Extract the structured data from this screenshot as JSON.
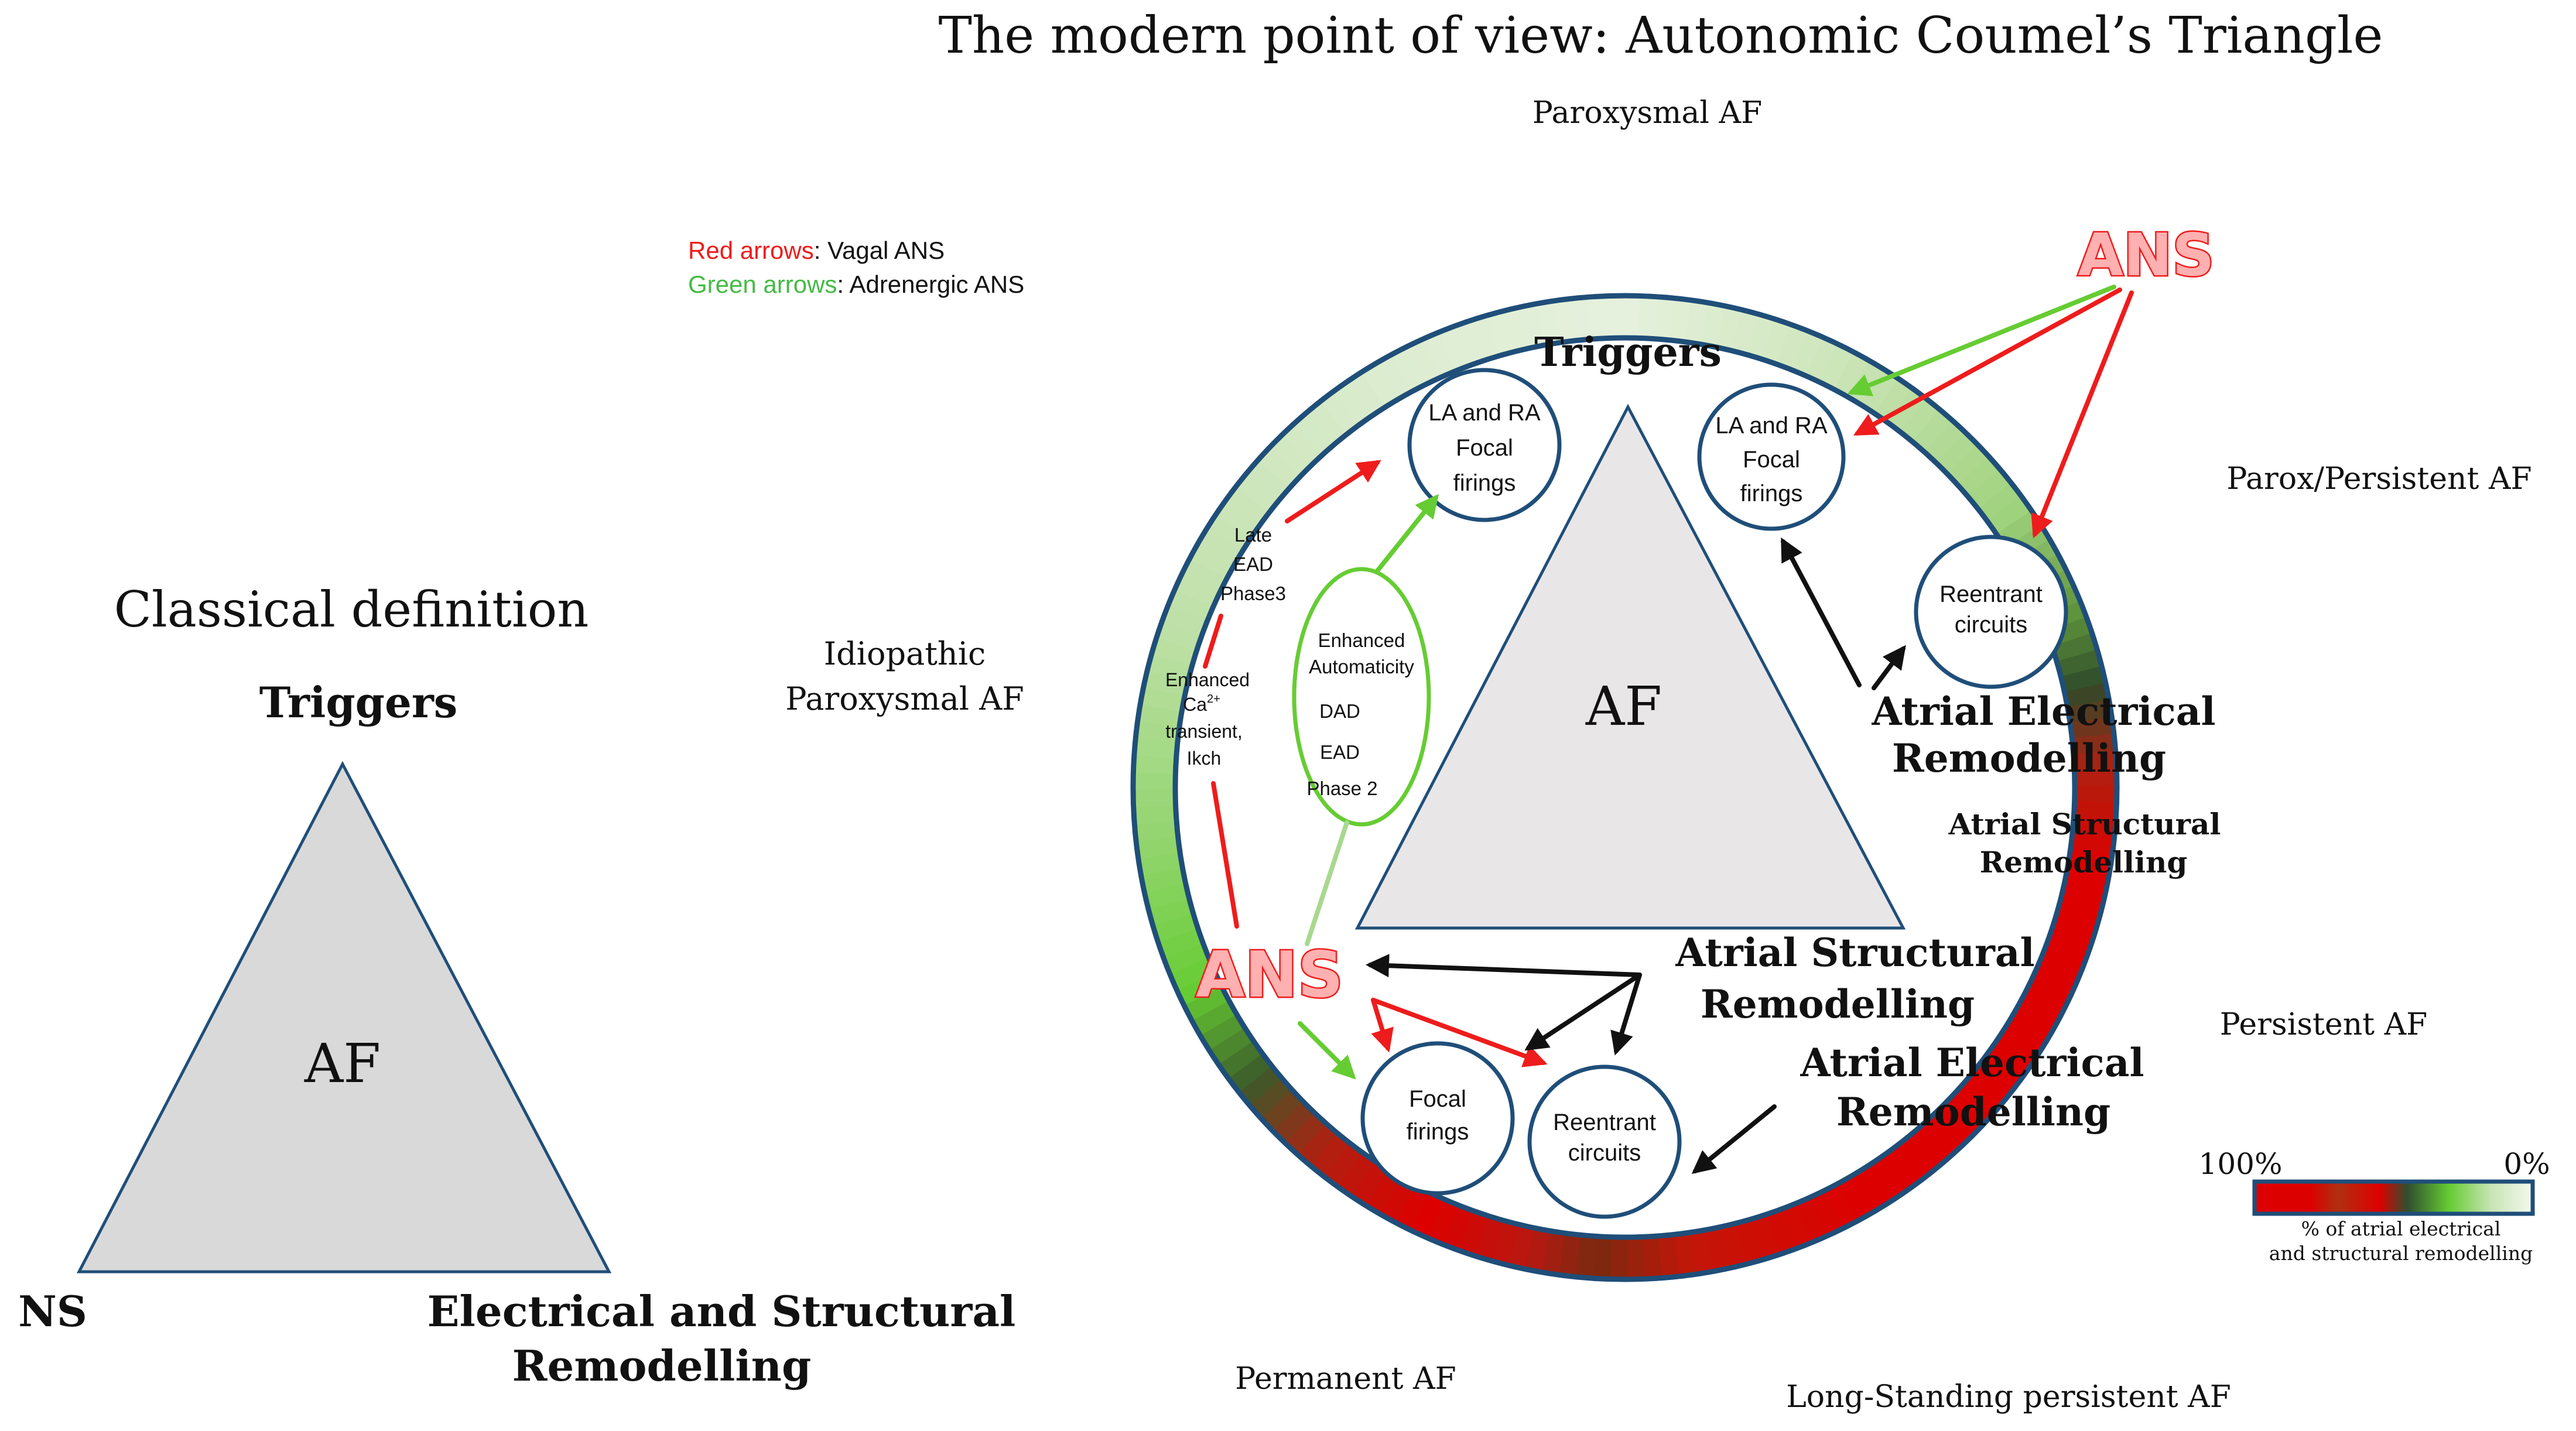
{
  "title": "The modern point of view: Autonomic Coumel’s Triangle",
  "legend": {
    "red_label": "Red arrows",
    "red_text": ": Vagal ANS",
    "green_label": "Green arrows",
    "green_text": ": Adrenergic ANS"
  },
  "classical": {
    "heading": "Classical definition",
    "triggers": "Triggers",
    "af": "AF",
    "ns": "NS",
    "remodelling_line1": "Electrical and Structural",
    "remodelling_line2": "Remodelling"
  },
  "stages": {
    "paroxysmal": "Paroxysmal AF",
    "idiopathic_line1": "Idiopathic",
    "idiopathic_line2": "Paroxysmal AF",
    "parox_persistent": "Parox/Persistent AF",
    "persistent": "Persistent AF",
    "permanent": "Permanent AF",
    "long_standing": "Long-Standing persistent AF"
  },
  "modern": {
    "triggers": "Triggers",
    "af": "AF",
    "ans": "ANS",
    "ans_top": "ANS",
    "focal_left": [
      "LA and RA",
      "Focal",
      "firings"
    ],
    "focal_right": [
      "LA and RA",
      "Focal",
      "firings"
    ],
    "reentrant_top": [
      "Reentrant",
      "circuits"
    ],
    "focal_bottom": [
      "Focal",
      "firings"
    ],
    "reentrant_bottom": [
      "Reentrant",
      "circuits"
    ],
    "late_ead": [
      "Late",
      "EAD",
      "Phase3"
    ],
    "enhanced_ca": [
      "Enhanced",
      "Ca",
      "transient,",
      "Ikch"
    ],
    "ca_superscript": "2+",
    "automaticity": [
      "Enhanced",
      "Automaticity",
      "DAD",
      "EAD",
      "Phase 2"
    ],
    "aer_right_line1": "Atrial Electrical",
    "aer_right_line2": "Remodelling",
    "asr_right_line1": "Atrial Structural",
    "asr_right_line2": "Remodelling",
    "asr_bottom_line1": "Atrial Structural",
    "asr_bottom_line2": "Remodelling",
    "aer_bottom_line1": "Atrial Electrical",
    "aer_bottom_line2": "Remodelling"
  },
  "scale": {
    "max_label": "100%",
    "min_label": "0%",
    "caption_line1": "% of atrial electrical",
    "caption_line2": "and structural remodelling",
    "max_fraction": 1.0,
    "min_fraction": 0.0
  },
  "colors": {
    "vagal_red": "#ee1c1c",
    "adrenergic_green": "#66cc33",
    "circle_blue": "#1f4e79",
    "triangle_fill": "#e9e6e8",
    "classical_fill": "#d9d9d9",
    "ring_red": "#dd0000",
    "ring_green": "#66cc33",
    "ring_pale": "#e2efd9"
  }
}
